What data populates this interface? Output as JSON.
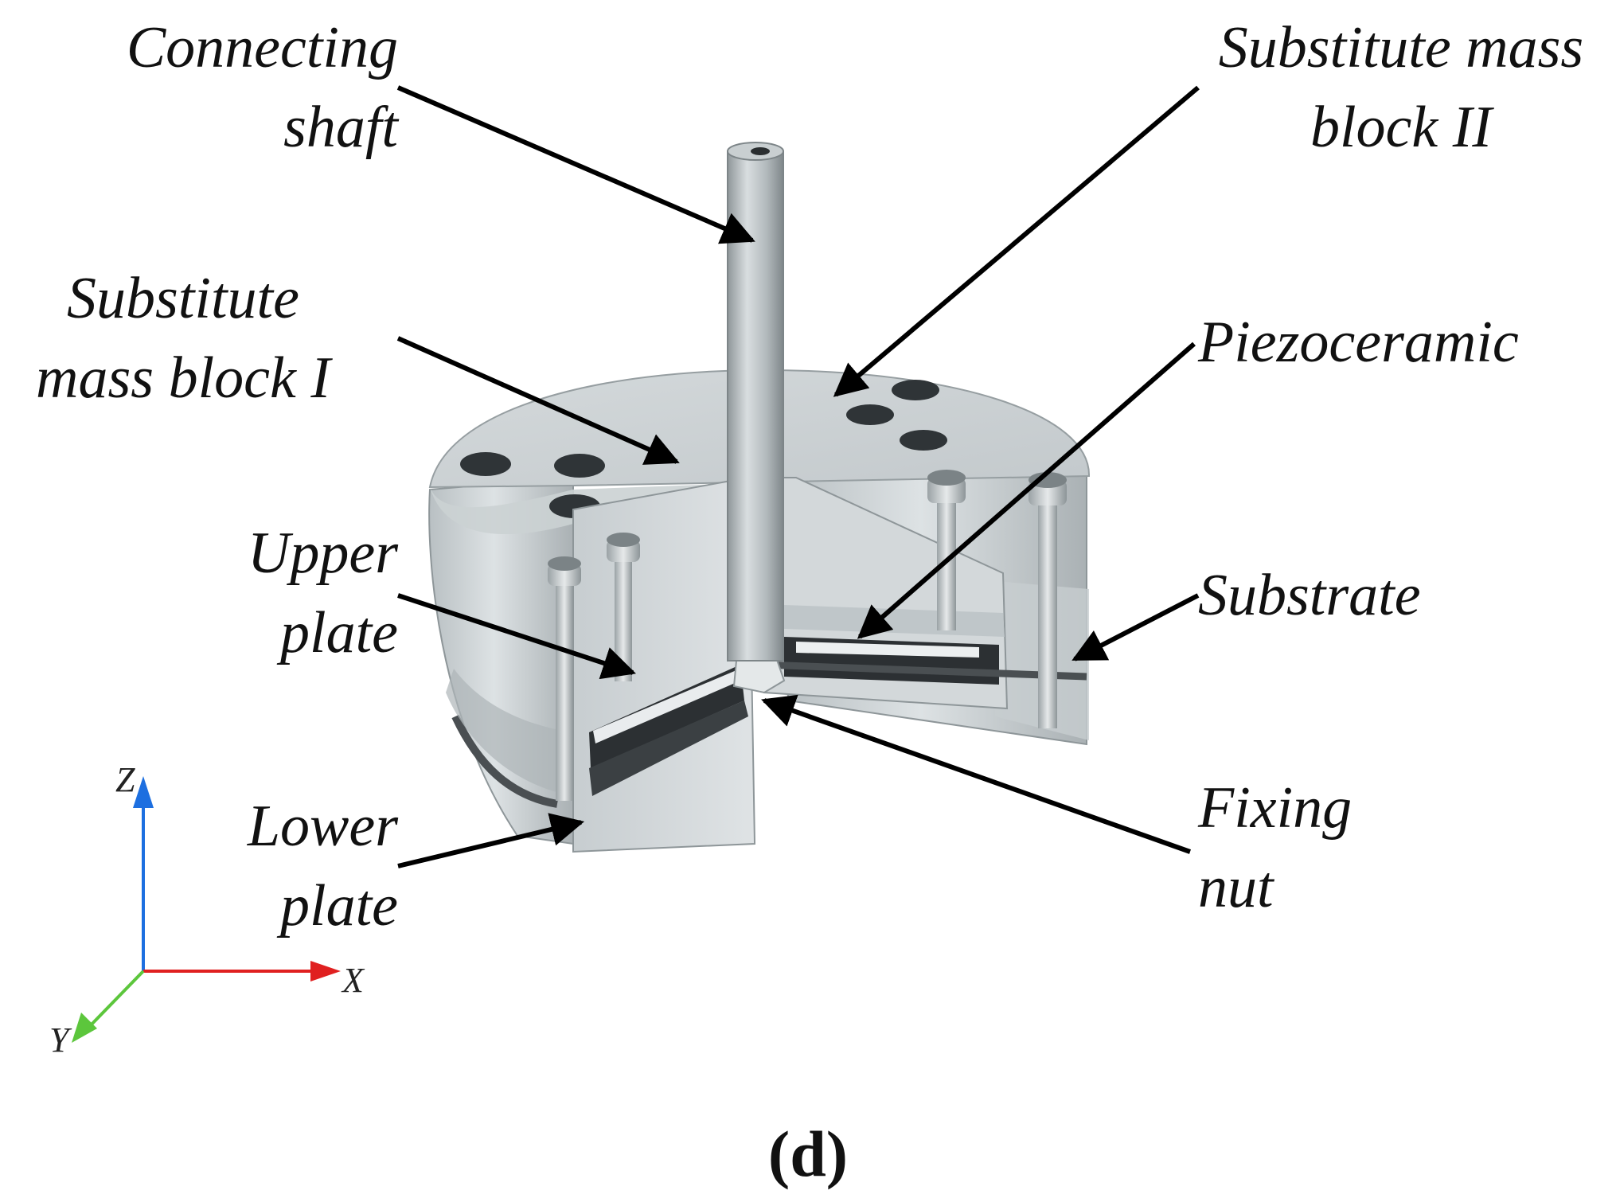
{
  "labels": {
    "connecting_shaft": [
      "Connecting",
      "shaft"
    ],
    "substitute_mass_block_2": [
      "Substitute mass",
      "block II"
    ],
    "substitute_mass_block_1": [
      "Substitute",
      "mass block I"
    ],
    "piezoceramic": [
      "Piezoceramic"
    ],
    "upper_plate": [
      "Upper",
      "plate"
    ],
    "substrate": [
      "Substrate"
    ],
    "lower_plate": [
      "Lower",
      "plate"
    ],
    "fixing_nut": [
      "Fixing",
      "nut"
    ]
  },
  "axes": {
    "x": "X",
    "y": "Y",
    "z": "Z"
  },
  "axis_colors": {
    "x": "#e02020",
    "y": "#5cc63c",
    "z": "#1d6fe0"
  },
  "caption": "(d)"
}
